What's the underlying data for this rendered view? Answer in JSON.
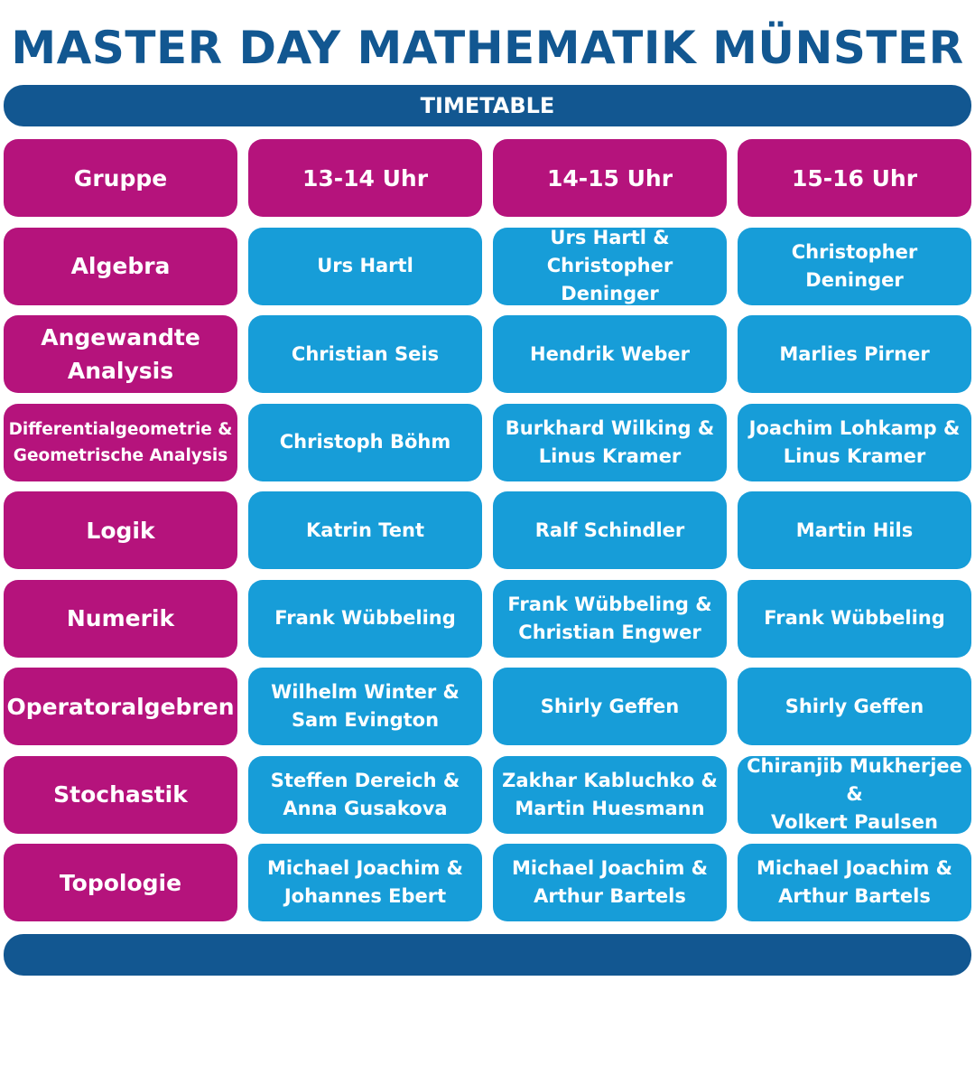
{
  "title": "MASTER DAY MATHEMATIK MÜNSTER",
  "banner": "TIMETABLE",
  "colors": {
    "primary": "#125791",
    "magenta": "#b5137c",
    "cyan": "#179dd8"
  },
  "headers": [
    "Gruppe",
    "13-14 Uhr",
    "14-15 Uhr",
    "15-16 Uhr"
  ],
  "rows": [
    {
      "group": "Algebra",
      "slots": [
        "Urs Hartl",
        "Urs Hartl &\nChristopher Deninger",
        "Christopher Deninger"
      ]
    },
    {
      "group": "Angewandte\nAnalysis",
      "slots": [
        "Christian Seis",
        "Hendrik Weber",
        "Marlies Pirner"
      ]
    },
    {
      "group": "Differentialgeometrie &\nGeometrische Analysis",
      "slots": [
        "Christoph Böhm",
        "Burkhard Wilking &\nLinus Kramer",
        "Joachim Lohkamp &\nLinus Kramer"
      ]
    },
    {
      "group": "Logik",
      "slots": [
        "Katrin Tent",
        "Ralf Schindler",
        "Martin Hils"
      ]
    },
    {
      "group": "Numerik",
      "slots": [
        "Frank Wübbeling",
        "Frank Wübbeling &\nChristian Engwer",
        "Frank Wübbeling"
      ]
    },
    {
      "group": "Operatoralgebren",
      "slots": [
        "Wilhelm Winter &\nSam Evington",
        "Shirly Geffen",
        "Shirly Geffen"
      ]
    },
    {
      "group": "Stochastik",
      "slots": [
        "Steffen Dereich &\nAnna Gusakova",
        "Zakhar Kabluchko &\nMartin Huesmann",
        "Chiranjib Mukherjee &\nVolkert Paulsen"
      ]
    },
    {
      "group": "Topologie",
      "slots": [
        "Michael Joachim &\nJohannes Ebert",
        "Michael Joachim &\nArthur Bartels",
        "Michael Joachim &\nArthur Bartels"
      ]
    }
  ]
}
